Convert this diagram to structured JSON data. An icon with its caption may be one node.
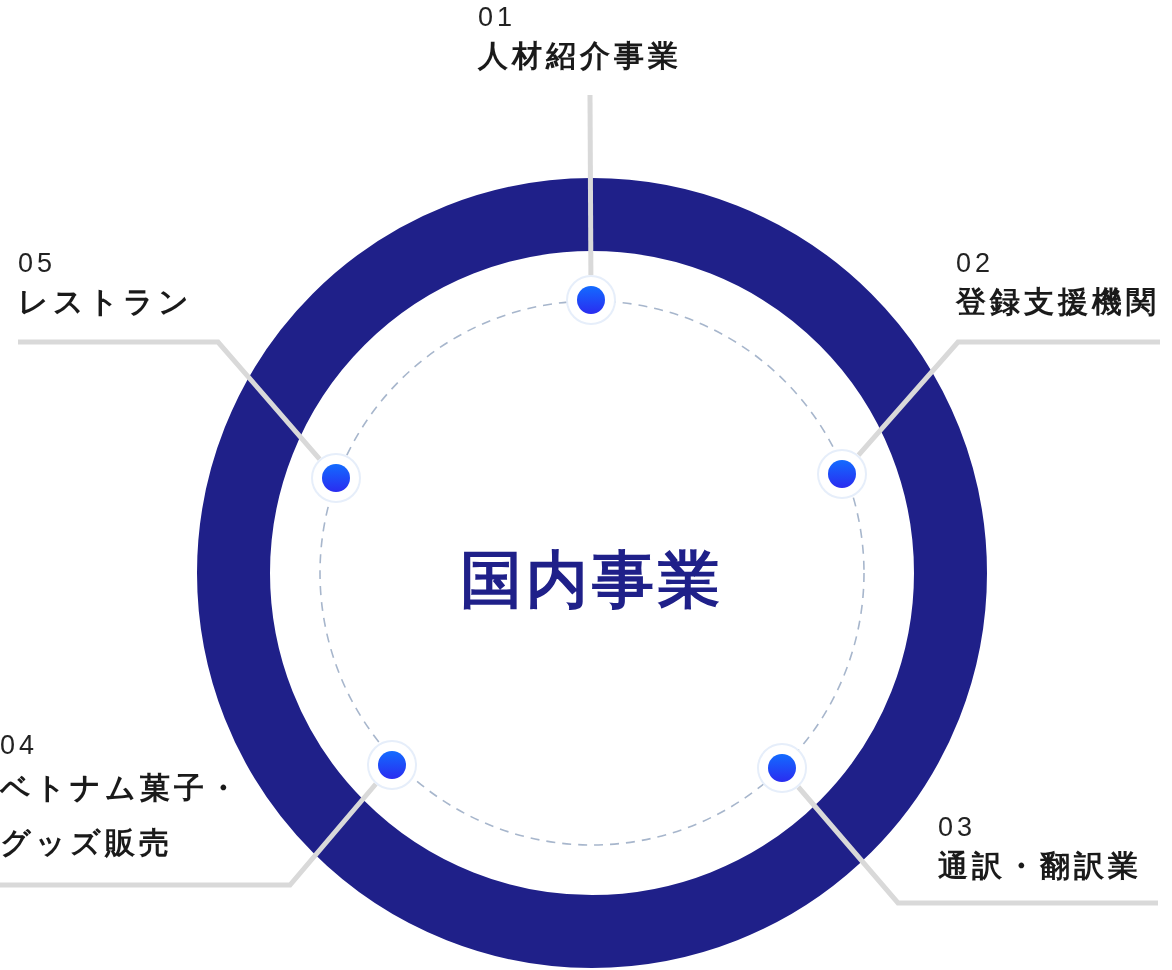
{
  "diagram": {
    "nodes": [
      {
        "text": [
          "国内事業"
        ]
      },
      {
        "text": [],
        "shape": "circle",
        "in": 0
      },
      {
        "text": [],
        "shape": "circle",
        "in": 0
      },
      {
        "text": [],
        "shape": "circle",
        "in": 0
      },
      {
        "text": [],
        "shape": "circle",
        "in": 0
      },
      {
        "text": [],
        "shape": "circle",
        "in": 0
      },
      {
        "text": [
          "01",
          "人材紹介事業"
        ]
      },
      {
        "text": [
          "05",
          "レストラン"
        ]
      },
      {
        "text": [
          "02",
          "登録支援機関"
        ]
      },
      {
        "text": [
          "04",
          "ベトナム菓子・グッズ販売"
        ]
      },
      {
        "text": [
          "03",
          "通訳・翻訳業"
        ]
      }
    ],
    "edges": [
      {
        "from": 6,
        "to": 1,
        "arrow": "none"
      },
      {
        "from": 7,
        "to": 3,
        "arrow": "none"
      },
      {
        "from": 8,
        "to": 2,
        "arrow": "none"
      },
      {
        "from": 9,
        "to": 4,
        "arrow": "none"
      },
      {
        "from": 10,
        "to": 5,
        "arrow": "none"
      }
    ]
  }
}
